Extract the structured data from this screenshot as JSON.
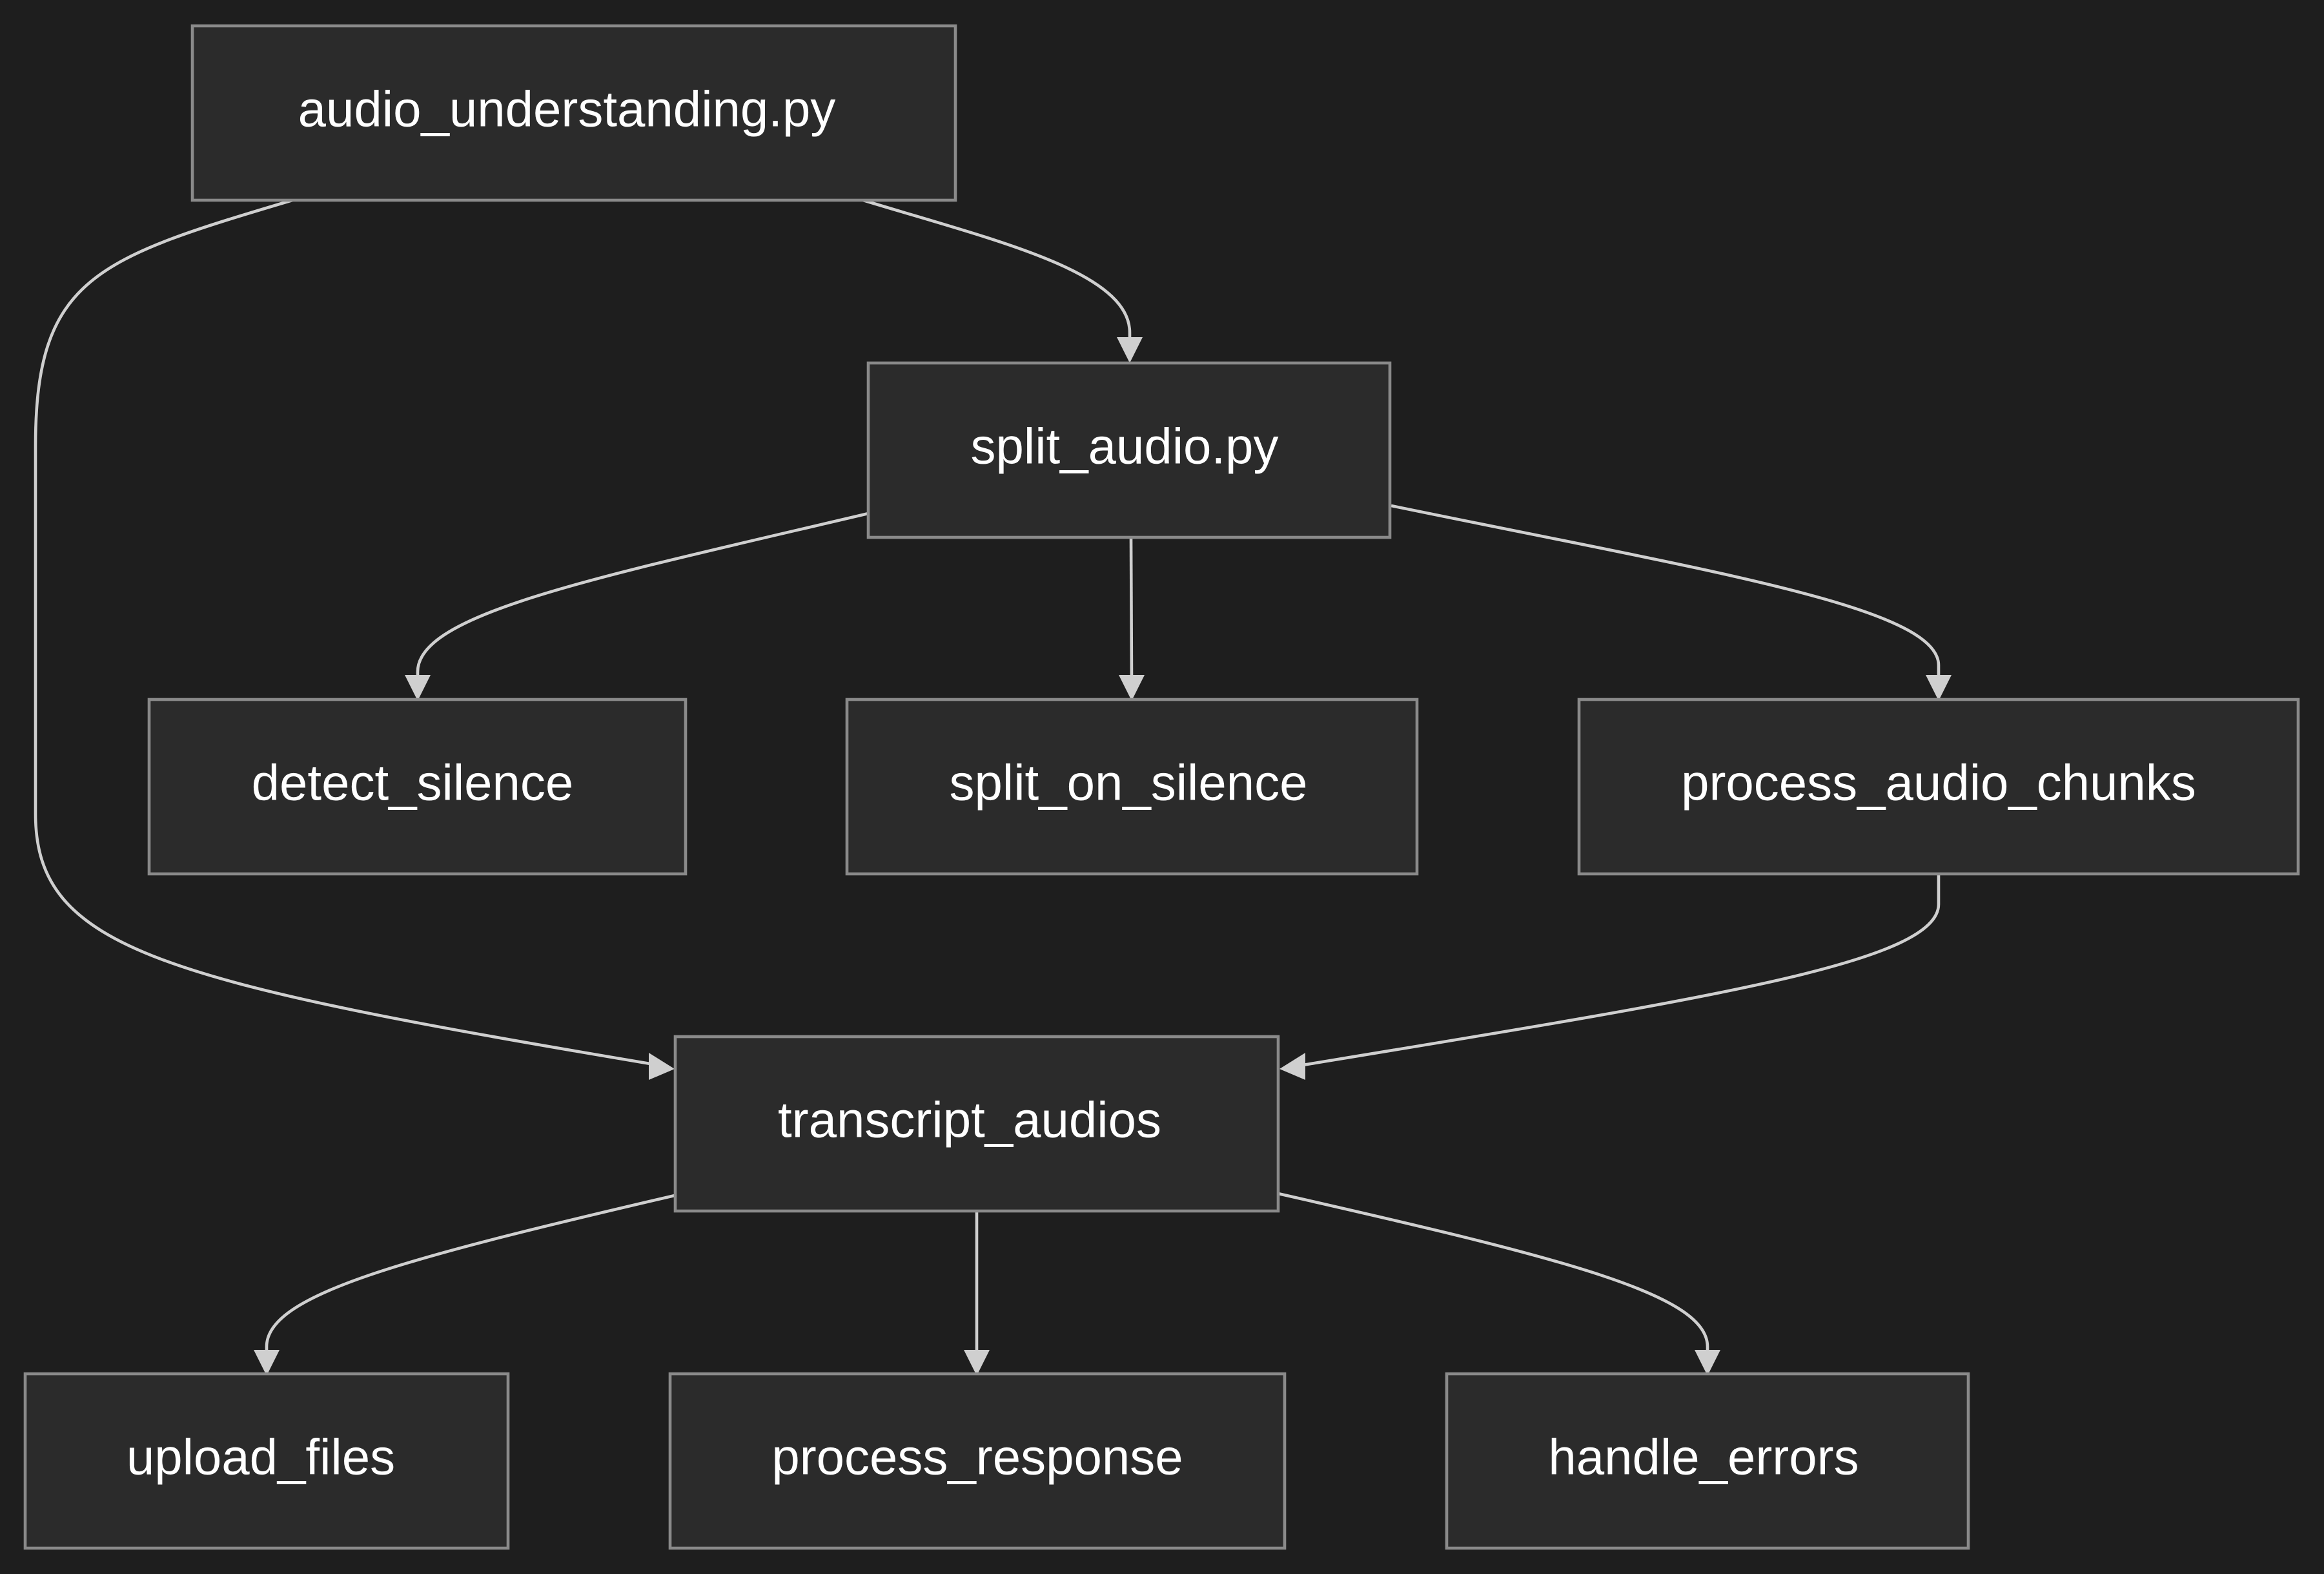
{
  "diagram": {
    "type": "flowchart",
    "background": "#1e1e1e",
    "node_fill": "#2b2b2b",
    "node_border": "#8a8a8a",
    "edge_color": "#cfcfcf",
    "text_color": "#ffffff",
    "nodes": [
      {
        "id": "audio_understanding",
        "label": "audio_understanding.py"
      },
      {
        "id": "split_audio",
        "label": "split_audio.py"
      },
      {
        "id": "detect_silence",
        "label": "detect_silence"
      },
      {
        "id": "split_on_silence",
        "label": "split_on_silence"
      },
      {
        "id": "process_audio_chunks",
        "label": "process_audio_chunks"
      },
      {
        "id": "transcript_audios",
        "label": "transcript_audios"
      },
      {
        "id": "upload_files",
        "label": "upload_files"
      },
      {
        "id": "process_response",
        "label": "process_response"
      },
      {
        "id": "handle_errors",
        "label": "handle_errors"
      }
    ],
    "edges": [
      {
        "from": "audio_understanding",
        "to": "split_audio"
      },
      {
        "from": "audio_understanding",
        "to": "transcript_audios"
      },
      {
        "from": "split_audio",
        "to": "detect_silence"
      },
      {
        "from": "split_audio",
        "to": "split_on_silence"
      },
      {
        "from": "split_audio",
        "to": "process_audio_chunks"
      },
      {
        "from": "process_audio_chunks",
        "to": "transcript_audios"
      },
      {
        "from": "transcript_audios",
        "to": "upload_files"
      },
      {
        "from": "transcript_audios",
        "to": "process_response"
      },
      {
        "from": "transcript_audios",
        "to": "handle_errors"
      }
    ]
  }
}
